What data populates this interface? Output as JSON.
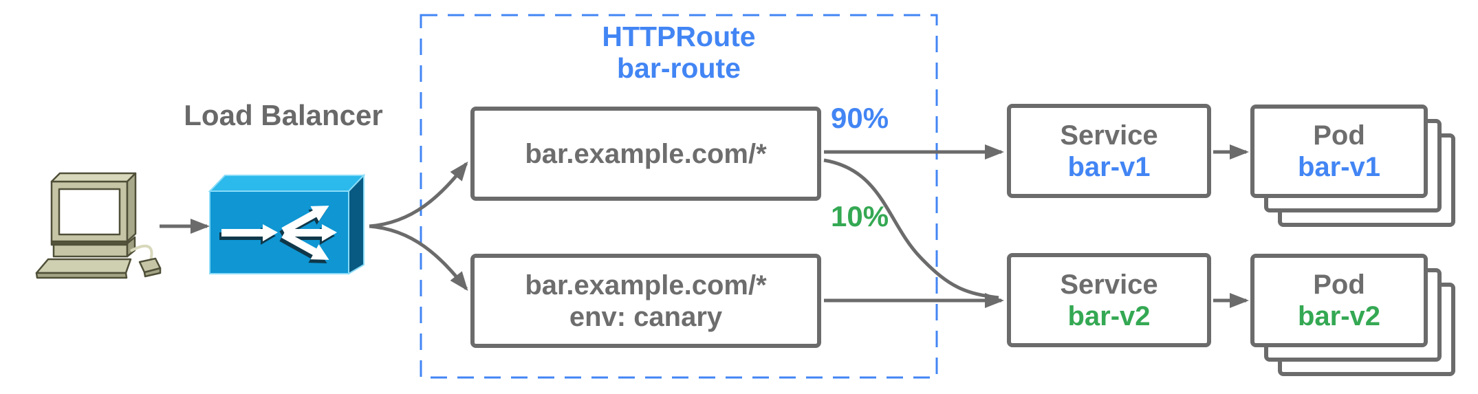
{
  "labels": {
    "load_balancer": "Load Balancer"
  },
  "colors": {
    "blue": "#4285f4",
    "green": "#34a853",
    "text_gray": "#6d6d6d",
    "border_gray": "#6b6b6b",
    "dashed_blue": "#4285f4",
    "lb_front": "#0f96d3",
    "lb_top": "#2cb9ec",
    "lb_side": "#085a82",
    "computer_beige": "#c6c6a7"
  },
  "icons": {
    "client": "desktop-computer-icon",
    "load_balancer": "load-balancer-box-icon"
  },
  "http_route": {
    "title_line1": "HTTPRoute",
    "title_line2": "bar-route",
    "rules": [
      {
        "lines": [
          "bar.example.com/*"
        ]
      },
      {
        "lines": [
          "bar.example.com/*",
          "env: canary"
        ]
      }
    ],
    "weights": [
      {
        "value": "90%",
        "color": "#4285f4"
      },
      {
        "value": "10%",
        "color": "#34a853"
      }
    ]
  },
  "services": [
    {
      "kind": "Service",
      "name": "bar-v1",
      "accent": "#4285f4"
    },
    {
      "kind": "Service",
      "name": "bar-v2",
      "accent": "#34a853"
    }
  ],
  "pods": [
    {
      "kind": "Pod",
      "name": "bar-v1",
      "accent": "#4285f4"
    },
    {
      "kind": "Pod",
      "name": "bar-v2",
      "accent": "#34a853"
    }
  ]
}
